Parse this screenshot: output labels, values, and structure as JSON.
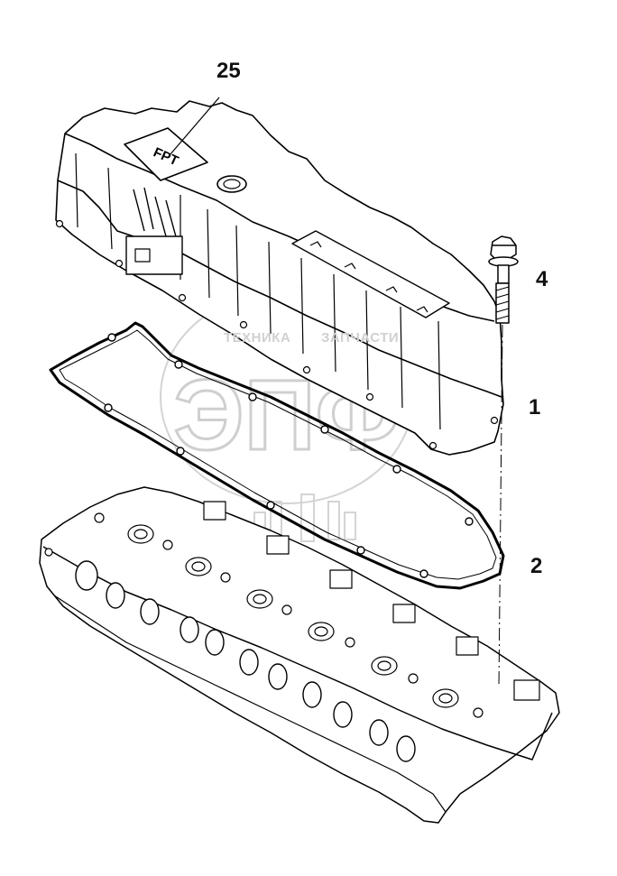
{
  "diagram": {
    "callouts": {
      "valve_cover": "25",
      "bolt": "4",
      "gasket": "1",
      "cylinder_head": "2"
    },
    "watermark": {
      "left_text": "ТЕХНИКА",
      "right_text": "ЗАПЧАСТИ",
      "monogram": "ЭПФ"
    },
    "logo_text": "FPT"
  }
}
